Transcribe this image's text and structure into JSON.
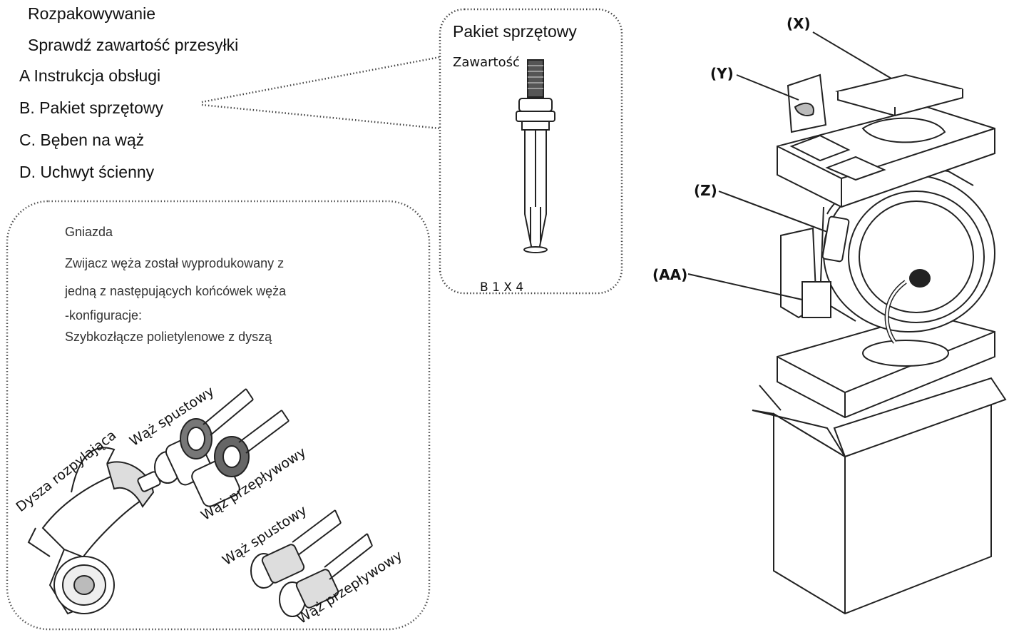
{
  "header": {
    "title": "Rozpakowywanie",
    "subtitle": "Sprawdź zawartość przesyłki"
  },
  "contents_list": [
    "A Instrukcja obsługi",
    "B. Pakiet sprzętowy",
    "C. Bęben na wąż",
    "D. Uchwyt ścienny"
  ],
  "hardware_pack": {
    "title": "Pakiet sprzętowy",
    "contents_label": "Zawartość",
    "quantity": "B 1 X 4"
  },
  "sockets_box": {
    "title": "Gniazda",
    "lines": [
      "Zwijacz węża został wyprodukowany z",
      "jedną z następujących końcówek węża",
      "-konfiguracje:",
      "Szybkozłącze polietylenowe z dyszą"
    ],
    "labels": {
      "nozzle": "Dysza rozpylająca",
      "drain_hose_1": "Wąż spustowy",
      "flow_hose_1": "Wąż przepływowy",
      "drain_hose_2": "Wąż spustowy",
      "flow_hose_2": "Wąż przepływowy"
    }
  },
  "callouts": {
    "x": "(X)",
    "y": "(Y)",
    "z": "(Z)",
    "aa": "(AA)"
  }
}
